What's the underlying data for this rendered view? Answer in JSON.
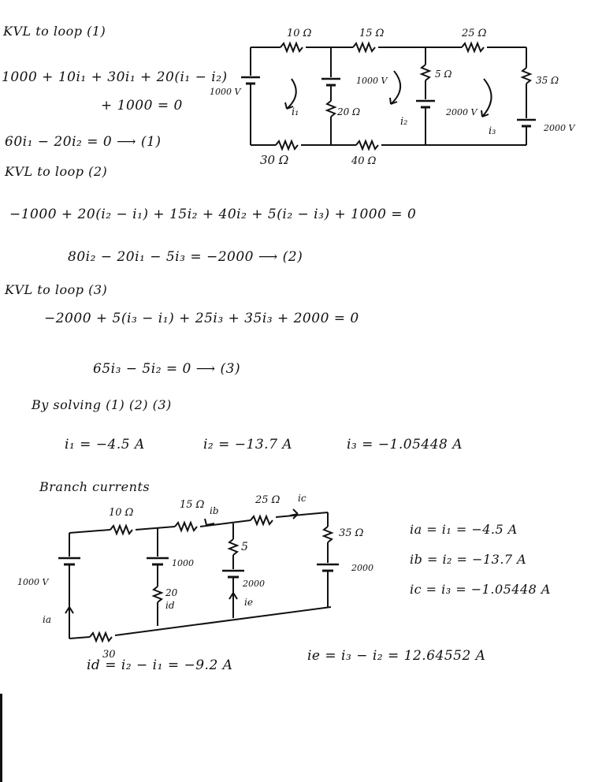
{
  "kvl1": {
    "title": "KVL to loop (1)",
    "eq_a": "1000 + 10i₁ + 30i₁ + 20(i₁ − i₂)",
    "eq_b": "+ 1000 = 0",
    "eq_c": "60i₁ − 20i₂ = 0 ⟶ (1)"
  },
  "kvl2": {
    "title": "KVL to loop (2)",
    "eq_a": "−1000 + 20(i₂ − i₁) + 15i₂ + 40i₂ + 5(i₂ − i₃) + 1000 = 0",
    "eq_b": "80i₂ − 20i₁ − 5i₃ = −2000 ⟶ (2)"
  },
  "kvl3": {
    "title": "KVL to loop (3)",
    "eq_a": "−2000 + 5(i₃ − i₁) + 25i₃ + 35i₃ + 2000 = 0",
    "eq_b": "65i₃ − 5i₂ = 0 ⟶ (3)"
  },
  "solving": {
    "label": "By solving (1) (2) (3)",
    "i1": "i₁ = −4.5 A",
    "i2": "i₂ = −13.7 A",
    "i3": "i₃ = −1.05448 A"
  },
  "branch": {
    "title": "Branch currents",
    "ia": "ia = i₁ = −4.5 A",
    "ib": "ib = i₂ = −13.7 A",
    "ic": "ic = i₃ = −1.05448 A",
    "id": "id = i₂ − i₁ = −9.2 A",
    "ie": "ie = i₃ − i₂ = 12.64552 A"
  },
  "circuit1": {
    "r_top1": "10 Ω",
    "r_top2": "15 Ω",
    "r_top3": "25 Ω",
    "r_bot1": "30 Ω",
    "r_bot2": "40 Ω",
    "r_mid": "20 Ω",
    "r_5": "5 Ω",
    "r_35": "35 Ω",
    "v_left": "1000 V",
    "v_mid": "1000 V",
    "v_right_mid": "2000 V",
    "v_right": "2000 V",
    "loop1": "i₁",
    "loop2": "i₂",
    "loop3": "i₃"
  },
  "circuit2": {
    "r_10": "10 Ω",
    "r_15": "15 Ω",
    "r_25": "25 Ω",
    "r_35": "35 Ω",
    "r_5": "5",
    "r_20": "20",
    "r_30": "30",
    "v_left": "1000 V",
    "v_1000": "1000",
    "v_2000a": "2000",
    "v_2000b": "2000",
    "lbl_ia": "ia",
    "lbl_ib": "ib",
    "lbl_ic": "ic",
    "lbl_id": "id",
    "lbl_ie": "ie"
  }
}
